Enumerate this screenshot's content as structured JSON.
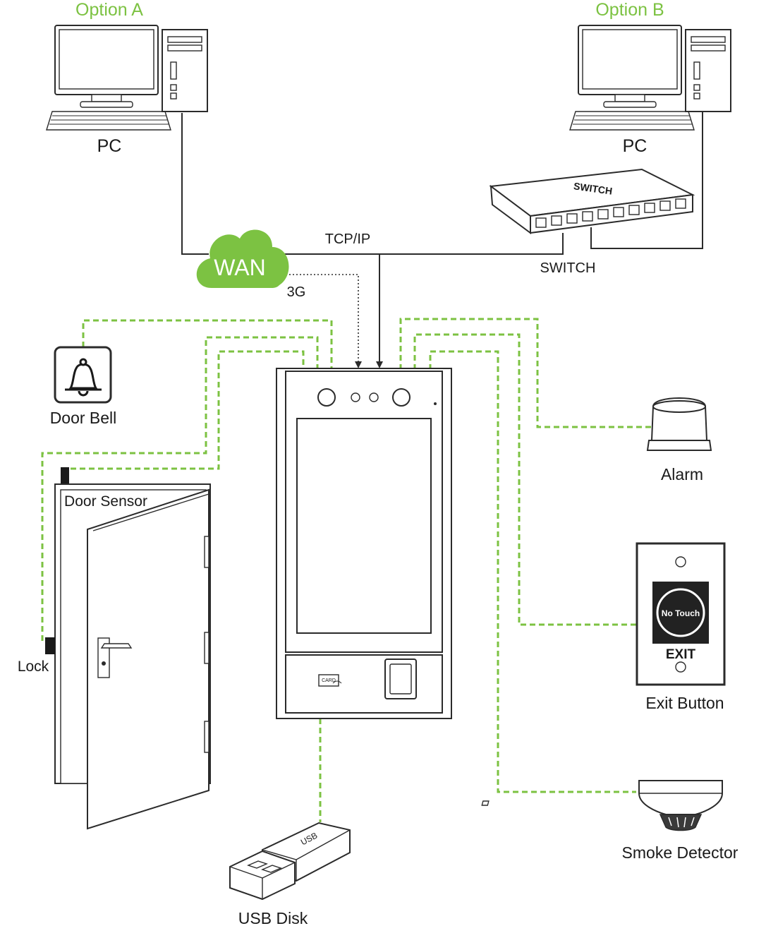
{
  "colors": {
    "accent_green": "#7cc242",
    "line": "#2b2b2b",
    "exit_panel": "#222222"
  },
  "labels": {
    "option_a": "Option A",
    "option_b": "Option B",
    "pc_a": "PC",
    "pc_b": "PC",
    "tcp_ip": "TCP/IP",
    "wan": "WAN",
    "three_g": "3G",
    "switch_bottom": "SWITCH",
    "switch_device": "SWITCH",
    "door_bell": "Door Bell",
    "door_sensor": "Door Sensor",
    "lock": "Lock",
    "alarm": "Alarm",
    "exit_button": "Exit Button",
    "no_touch": "No Touch",
    "exit": "EXIT",
    "smoke_detector": "Smoke Detector",
    "usb_disk": "USB Disk",
    "usb_stick": "USB",
    "card": "CARD"
  },
  "icons": {
    "pc_a": "desktop-computer-icon",
    "pc_b": "desktop-computer-icon",
    "wan": "cloud-icon",
    "switch": "network-switch-icon",
    "door_bell": "bell-icon",
    "alarm": "siren-icon",
    "exit_button": "exit-button-icon",
    "smoke_detector": "smoke-detector-icon",
    "usb_disk": "usb-drive-icon",
    "door": "door-icon",
    "terminal": "face-recognition-terminal-icon"
  }
}
